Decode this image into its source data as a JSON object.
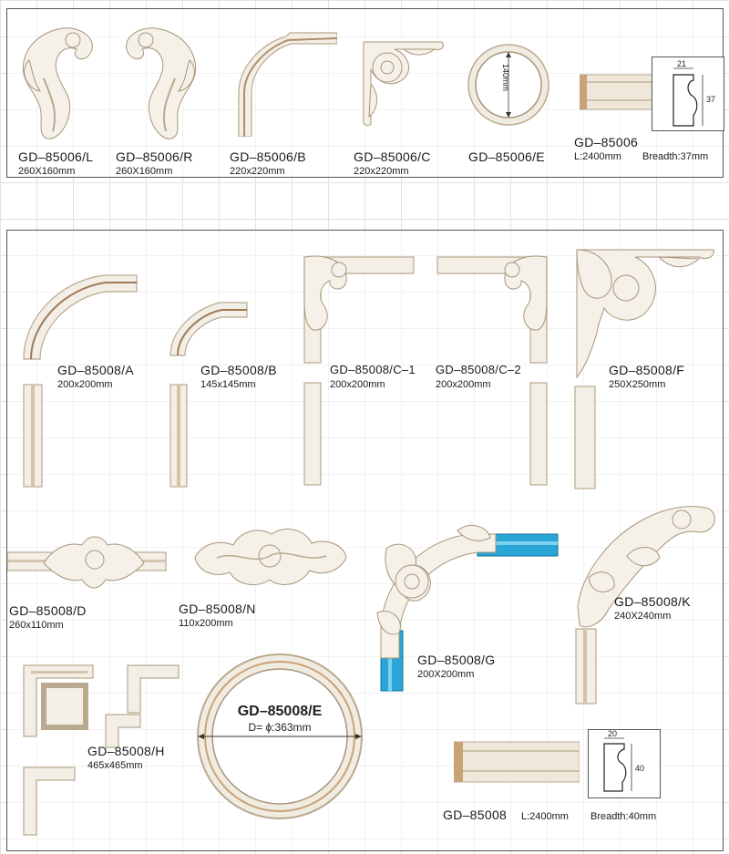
{
  "top": {
    "items": [
      {
        "code": "GD–85006/L",
        "size": "260X160mm"
      },
      {
        "code": "GD–85006/R",
        "size": "260X160mm"
      },
      {
        "code": "GD–85006/B",
        "size": "220x220mm"
      },
      {
        "code": "GD–85006/C",
        "size": "220x220mm"
      },
      {
        "code": "GD–85006/E",
        "size": ""
      }
    ],
    "ring_dim": "140mm",
    "profile": {
      "code": "GD–85006",
      "length": "L:2400mm",
      "breadth": "Breadth:37mm",
      "dim_w": "21",
      "dim_h": "37"
    }
  },
  "bottom": {
    "items": [
      {
        "code": "GD–85008/A",
        "size": "200x200mm"
      },
      {
        "code": "GD–85008/B",
        "size": "145x145mm"
      },
      {
        "code": "GD–85008/C–1",
        "size": "200x200mm"
      },
      {
        "code": "GD–85008/C–2",
        "size": "200x200mm"
      },
      {
        "code": "GD–85008/F",
        "size": "250X250mm"
      },
      {
        "code": "GD–85008/D",
        "size": "260x110mm"
      },
      {
        "code": "GD–85008/N",
        "size": "110x200mm"
      },
      {
        "code": "GD–85008/G",
        "size": "200X200mm"
      },
      {
        "code": "GD–85008/K",
        "size": "240X240mm"
      },
      {
        "code": "GD–85008/H",
        "size": "465x465mm"
      }
    ],
    "ring": {
      "code": "GD–85008/E",
      "diameter": "D= ϕ:363mm"
    },
    "profile": {
      "code": "GD–85008",
      "length": "L:2400mm",
      "breadth": "Breadth:40mm",
      "dim_w": "20",
      "dim_h": "40"
    }
  }
}
